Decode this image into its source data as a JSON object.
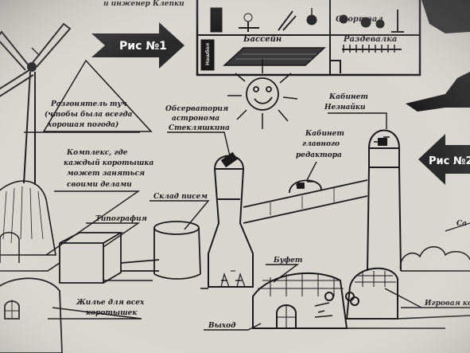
{
  "header_fragment": "и инженер Клепки",
  "arrows": {
    "fig1": "Рис №1",
    "fig2": "Рис №2"
  },
  "top_panel": {
    "gym": "Спортзал",
    "pool": "Бассейн",
    "locker": "Раздевалка",
    "pool_sign": "Нашбол"
  },
  "labels": {
    "cloud_dispeller": [
      "Разгонятель туч",
      "(чтобы была всегда",
      "хорошая погода)"
    ],
    "observatory": [
      "Обсерватория",
      "астронома",
      "Стекляшкина"
    ],
    "neznaika_office": [
      "Кабинет",
      "Незнайки"
    ],
    "editor_office": [
      "Кабинет",
      "главного",
      "редактора"
    ],
    "complex": [
      "Комплекс, где",
      "каждый коротышка",
      "может заняться",
      "своими делами"
    ],
    "letter_storage": "Склад писем",
    "printing": "Типография",
    "buffet": "Буфет",
    "housing": [
      "Жилье для всех",
      "коротышек"
    ],
    "exit": "Выход",
    "playroom": "Игровая ко",
    "right_edge": "Са"
  },
  "colors": {
    "paper": "#d9d6d0",
    "ink": "#1b1b1b",
    "arrow": "#2a2a2a"
  }
}
